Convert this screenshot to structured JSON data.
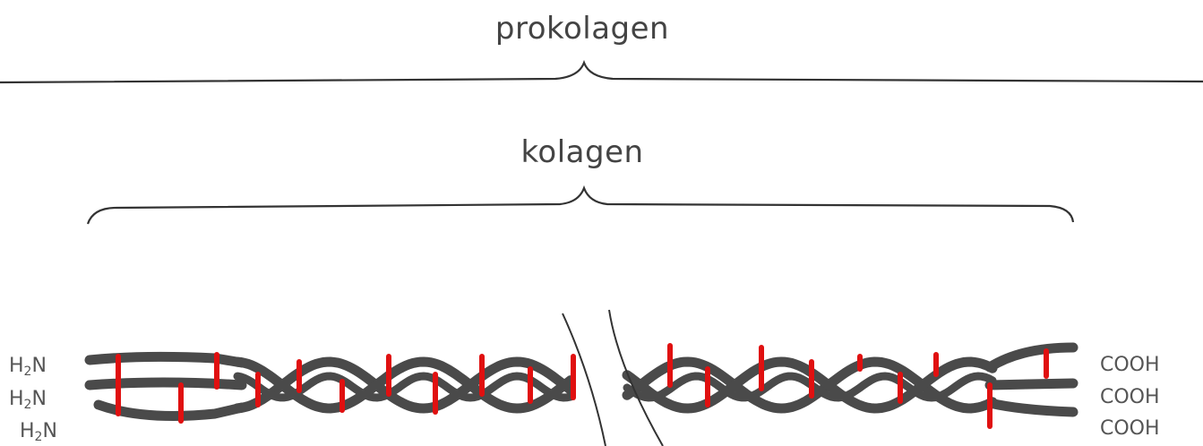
{
  "labels": {
    "procollagen": "prokolagen",
    "collagen": "kolagen"
  },
  "n_terminus": [
    {
      "h": "H",
      "sub": "2",
      "n": "N"
    },
    {
      "h": "H",
      "sub": "2",
      "n": "N"
    },
    {
      "h": "H",
      "sub": "2",
      "n": "N"
    }
  ],
  "c_terminus": [
    "COOH",
    "COOH",
    "COOH"
  ],
  "colors": {
    "strand": "#4a4a4a",
    "crosslink": "#e01010",
    "brace": "#333333"
  }
}
